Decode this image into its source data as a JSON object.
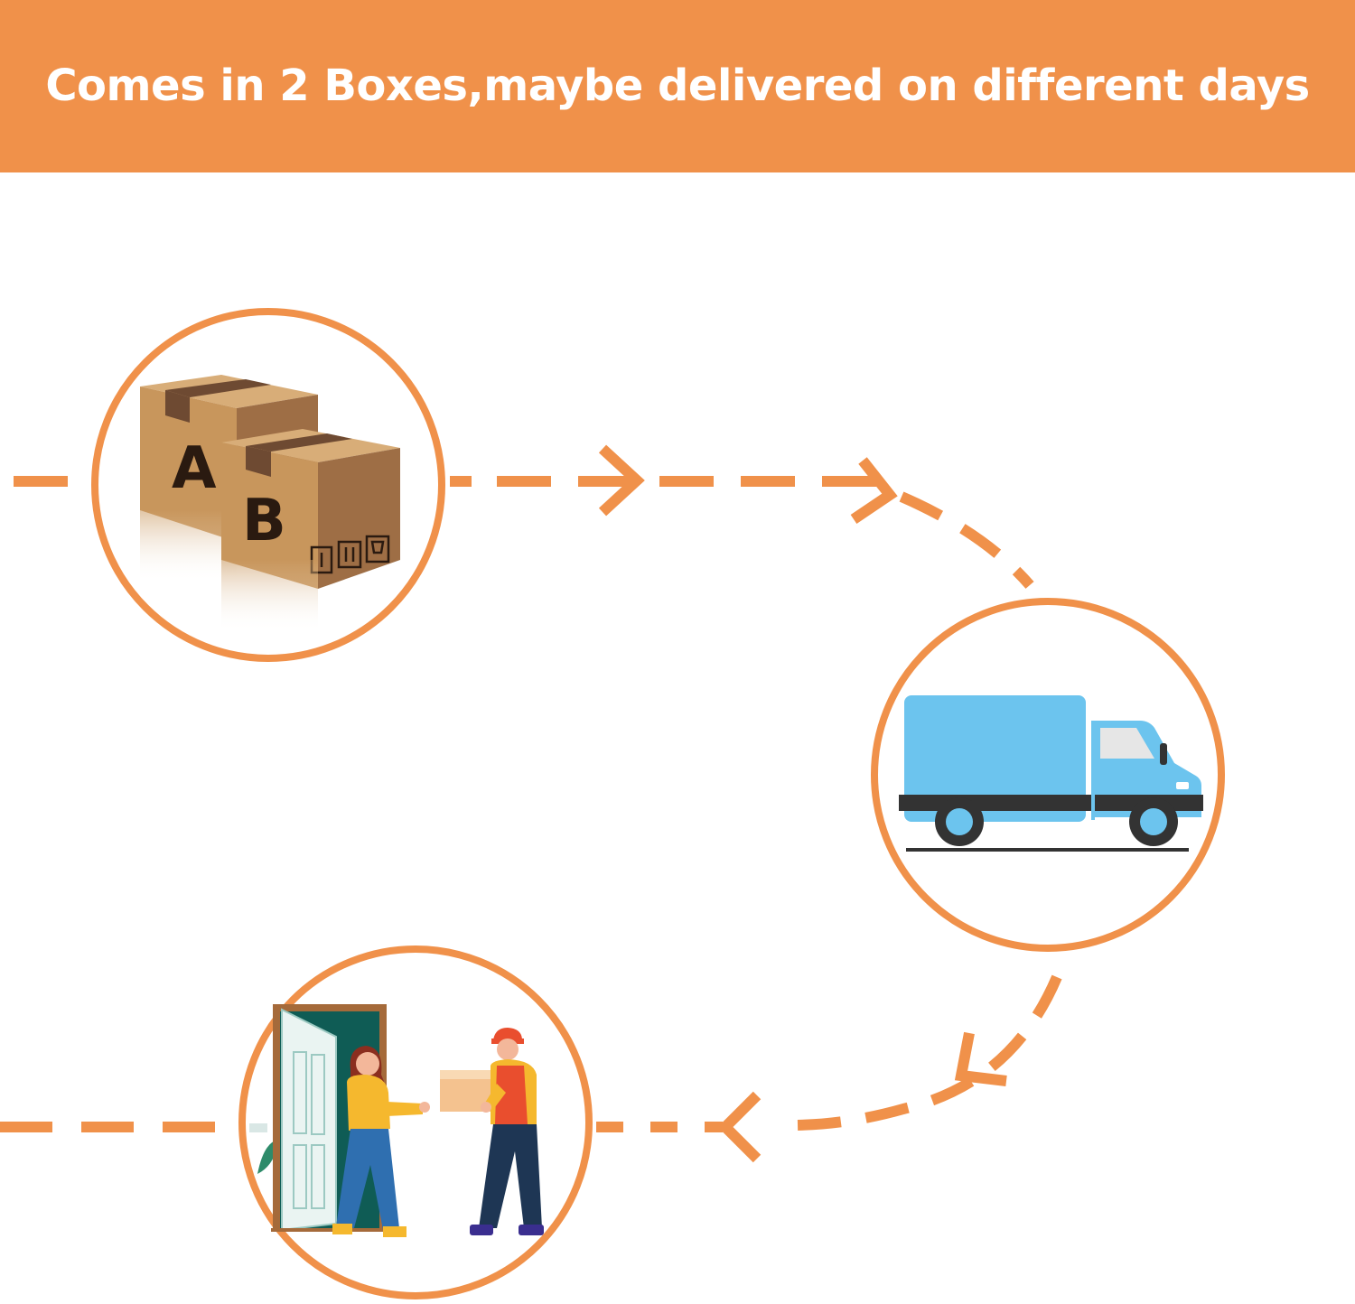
{
  "header": {
    "title": "Comes in 2 Boxes,maybe delivered on different days"
  },
  "boxes": {
    "label_a": "A",
    "label_b": "B"
  },
  "colors": {
    "accent": "#F0914A",
    "background": "#FFFFFF",
    "box_front": "#C8965C",
    "box_side": "#9E6E45",
    "box_top": "#D8AD78",
    "box_tape": "#6E4A32",
    "truck_body": "#6CC4EE",
    "truck_stripe": "#333333",
    "truck_window": "#E6E6E6",
    "door_frame": "#A56A3A",
    "door_dark": "#0F5C55"
  },
  "icons": {
    "step_1": "two-cardboard-boxes-icon",
    "step_2": "delivery-truck-icon",
    "step_3": "courier-handing-package-icon",
    "connector": "dashed-arrow-icon"
  }
}
